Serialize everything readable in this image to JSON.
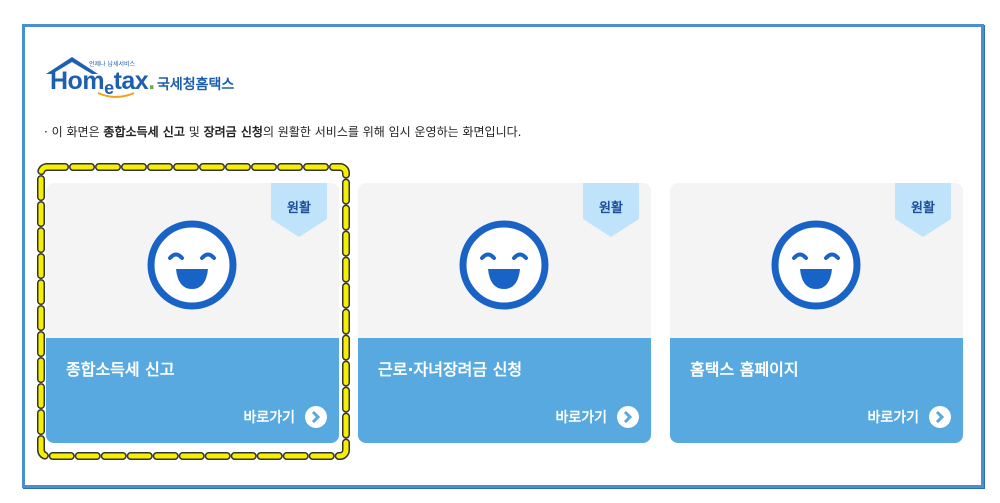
{
  "logo": {
    "brand": "Hometax",
    "tagline": "언제나 납세서비스",
    "korean_name": "국세청홈택스"
  },
  "notice": {
    "prefix": "· 이 화면은 ",
    "bold1": "종합소득세 신고",
    "mid1": " 및 ",
    "bold2": "장려금 신청",
    "suffix": "의 원활한 서비스를 위해 임시 운영하는 화면입니다."
  },
  "cards": [
    {
      "status": "원활",
      "title": "종합소득세 신고",
      "link_label": "바로가기",
      "highlighted": true
    },
    {
      "status": "원활",
      "title": "근로·자녀장려금 신청",
      "link_label": "바로가기",
      "highlighted": false
    },
    {
      "status": "원활",
      "title": "홈택스 홈페이지",
      "link_label": "바로가기",
      "highlighted": false
    }
  ],
  "colors": {
    "frame": "#4a90d0",
    "card_bottom": "#58a9e0",
    "badge": "#bfe3fa",
    "badge_text": "#1d4f9a",
    "face": "#1a63c6",
    "highlight": "#f5ef00"
  }
}
